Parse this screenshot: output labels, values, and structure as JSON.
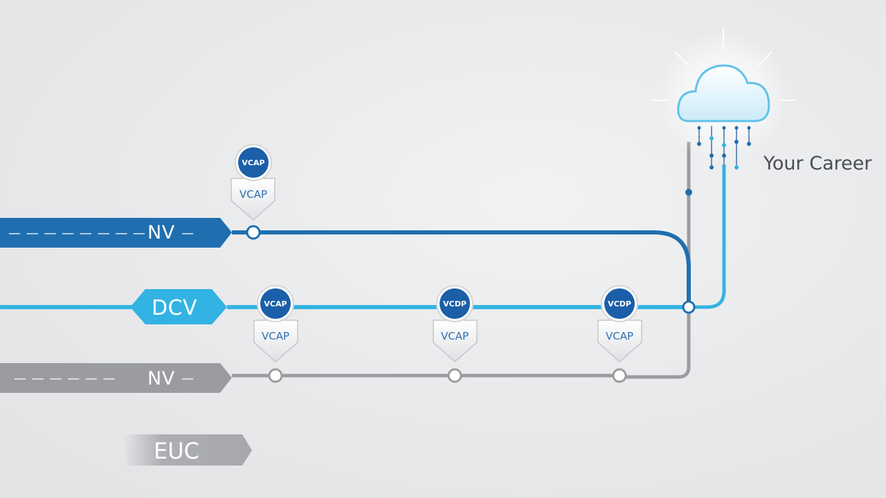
{
  "colors": {
    "nv_blue": "#1f6fb0",
    "dcv_cyan": "#33b3e3",
    "nv_gray": "#9a9c9f",
    "euc_gray": "#a6a8ab",
    "badge_blue": "#1a5fa8",
    "background": "#e9eaec"
  },
  "tracks": {
    "nv_top": {
      "label": "NV",
      "dashes": "— — — — — — — —",
      "tail": "—"
    },
    "dcv": {
      "label": "DCV"
    },
    "nv_bottom": {
      "label": "NV",
      "dashes": "— — — — — —",
      "tail": "—"
    },
    "euc": {
      "label": "EUC"
    }
  },
  "badges": [
    {
      "top": "VCAP",
      "tag": "VCAP",
      "icon": "certification-badge-icon"
    },
    {
      "top": "VCAP",
      "tag": "VCAP",
      "icon": "certification-badge-icon"
    },
    {
      "top": "VCDP",
      "tag": "VCAP",
      "icon": "certification-badge-icon"
    },
    {
      "top": "VCDP",
      "tag": "VCAP",
      "icon": "certification-badge-icon"
    }
  ],
  "destination": {
    "label": "Your Career",
    "icon": "cloud-icon"
  }
}
